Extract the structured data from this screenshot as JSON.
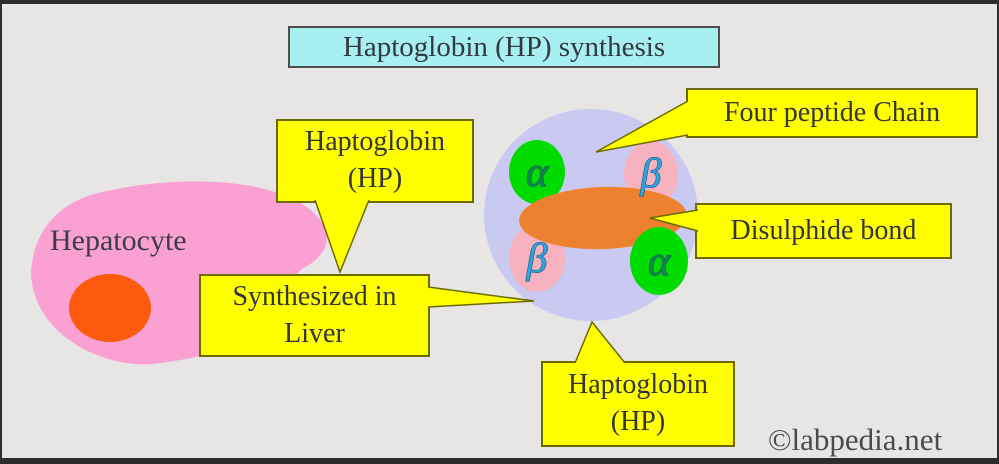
{
  "title": "Haptoglobin (HP) synthesis",
  "watermark": "©labpedia.net",
  "cell": {
    "label": "Hepatocyte"
  },
  "callouts": {
    "haptoglobin_top": "Haptoglobin\n(HP)",
    "four_peptide_chain": "Four peptide Chain",
    "disulphide_bond": "Disulphide bond",
    "synthesized_in_liver": "Synthesized in\nLiver",
    "haptoglobin_bottom": "Haptoglobin\n(HP)"
  },
  "molecule": {
    "chains": {
      "alpha_top_left": "α",
      "beta_top_right": "β",
      "beta_bottom_left": "β",
      "alpha_bottom_right": "α"
    }
  },
  "colors": {
    "title_bg": "#a8eff2",
    "label_bg": "#ffff00",
    "label_border": "#6b6b00",
    "cell_body": "#fba0d2",
    "nucleus": "#fc5b0d",
    "molecule_body": "#c9c9f2",
    "alpha_chain": "#00db00",
    "beta_chain": "#f6b2be",
    "disulphide_bond": "#ee8130",
    "pointer_fill": "#ffff00"
  }
}
